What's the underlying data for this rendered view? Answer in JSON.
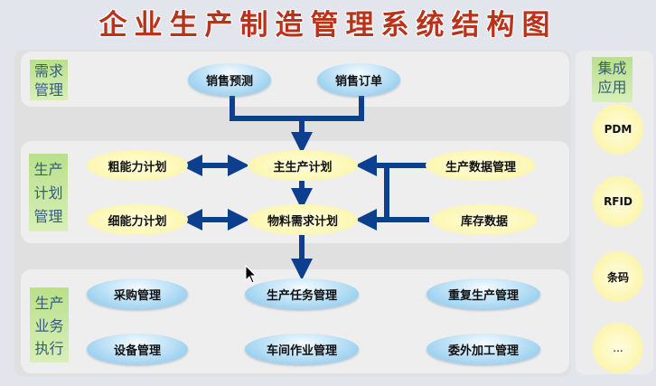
{
  "title": "企业生产制造管理系统结构图",
  "sections": {
    "demand": {
      "label": "需求管理",
      "items": [
        "销售预测",
        "销售订单"
      ]
    },
    "planning": {
      "label": "生产计划管理",
      "items": [
        "粗能力计划",
        "主生产计划",
        "生产数据管理",
        "细能力计划",
        "物料需求计划",
        "库存数据"
      ]
    },
    "execution": {
      "label": "生产业务执行",
      "items": [
        "采购管理",
        "生产任务管理",
        "重复生产管理",
        "设备管理",
        "车间作业管理",
        "委外加工管理"
      ]
    }
  },
  "integration": {
    "label": "集成应用",
    "items": [
      "PDM",
      "RFID",
      "条码",
      "..."
    ]
  },
  "colors": {
    "arrow": "#0d3f8f",
    "title": "#b8331a",
    "label_bg": "#c4e69a"
  }
}
